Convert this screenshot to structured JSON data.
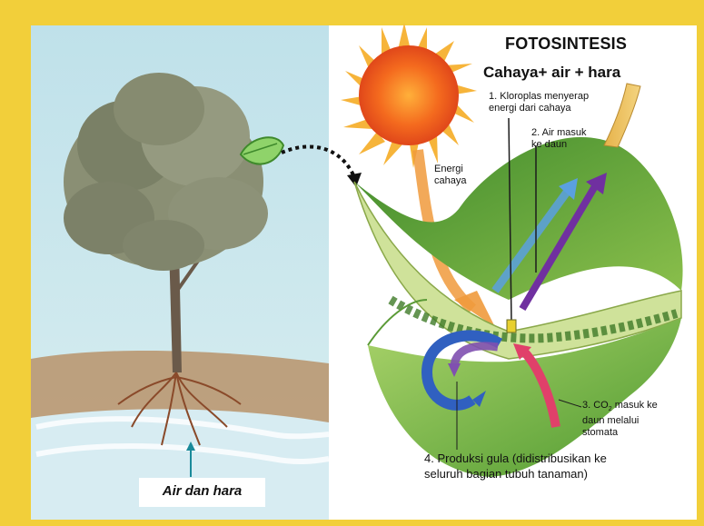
{
  "title": "FOTOSINTESIS",
  "subtitle": "Cahaya+ air + hara",
  "steps": {
    "s1": "1. Kloroplas menyerap\nenergi dari cahaya",
    "s2": "2. Air masuk\nke daun",
    "energy": "Energi\ncahaya",
    "s3_pre": "3. CO",
    "s3_sub": "2",
    "s3_post": " masuk ke\ndaun melalui\nstomata",
    "s4": "4. Produksi gula (didistribusikan ke\nseluruh bagian tubuh tanaman)"
  },
  "water_label": "Air dan hara",
  "colors": {
    "frame": "#f2cf3a",
    "sky": "#c6e4ea",
    "sun": "#f0641e",
    "leaf": "#7fb040",
    "arrow_light": "#f09a3c",
    "arrow_water_blue": "#5aa0e0",
    "arrow_purple": "#7030a0",
    "arrow_co2": "#e0406a",
    "arrow_sugar": "#3060c0"
  },
  "icons": [
    "sun-icon",
    "tree-icon",
    "leaf-icon",
    "roots-icon",
    "dotted-arrow-icon"
  ]
}
